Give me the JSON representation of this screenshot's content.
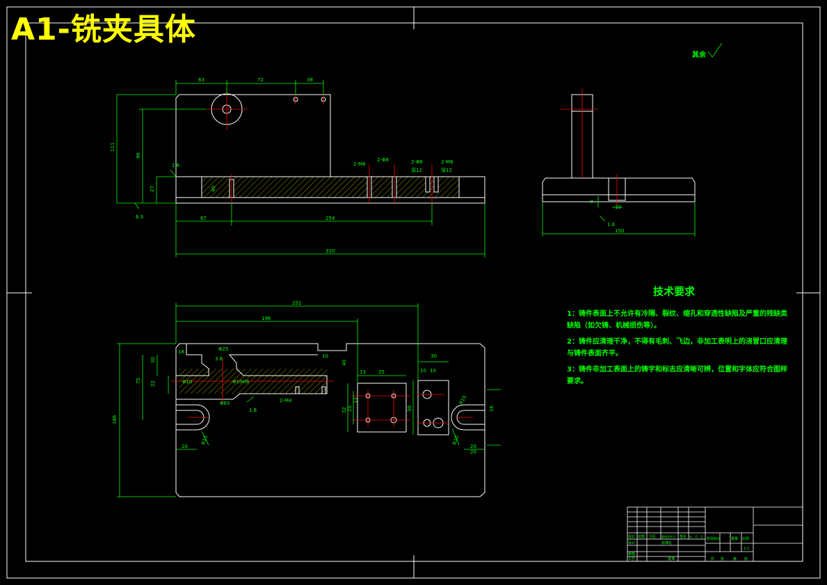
{
  "title": "A1-铣夹具体",
  "surface_note": "其余",
  "tech_requirements": {
    "heading": "技术要求",
    "items": [
      "1：铸件表面上不允许有冷隔、裂纹、缩孔和穿透性缺陷及严重的残缺类缺陷（如欠铸、机械损伤等）。",
      "2：铸件应清理干净，不得有毛刺、飞边，非加工表明上的浇冒口应清理与铸件表面齐平。",
      "3：铸件非加工表面上的铸字和标志应清晰可辨，位置和字体应符合图样要求。"
    ]
  },
  "front_view": {
    "dims_top": [
      "63",
      "72",
      "38"
    ],
    "dims_left": [
      "111",
      "96",
      "27"
    ],
    "dim_bottom_inner": [
      "67",
      "254"
    ],
    "dim_bottom_total": "310",
    "roughness": [
      "1.6",
      "6.3"
    ],
    "hole_notes": [
      "2-M8",
      "2-Φ8",
      "2-Φ6",
      "深12",
      "2-M8",
      "深12"
    ],
    "small": "40"
  },
  "side_view": {
    "dims": [
      "6",
      "10",
      "1.6",
      "150"
    ]
  },
  "top_view": {
    "dim_top": [
      "251",
      "196"
    ],
    "dim_left": [
      "186",
      "75",
      "30",
      "22"
    ],
    "dims_inner": [
      "18",
      "Φ25",
      "3.6",
      "Φ10",
      "Φ10H8",
      "Φ65",
      "1.6",
      "10",
      "40",
      "2-M4"
    ],
    "dims_right": [
      "13",
      "25",
      "10",
      "10",
      "30",
      "32",
      "25",
      "30",
      "13",
      "R15",
      "20",
      "16"
    ],
    "dims_bottom_left": [
      "20",
      "R15"
    ],
    "dims_bottom_right": [
      "R10",
      "20"
    ]
  },
  "title_block": {
    "row_a": [
      "标记",
      "处数",
      "分区",
      "更改文件号",
      "签名",
      "年、月、日"
    ],
    "row_b": [
      "设计",
      "标准化"
    ],
    "row_c": [
      "审核"
    ],
    "row_d": [
      "工艺",
      "批准"
    ],
    "right": [
      "阶段标记",
      "重量",
      "比例",
      "1:1",
      "共",
      "张",
      "第",
      "张"
    ]
  },
  "colors": {
    "background": "#000000",
    "outline": "#ffffff",
    "dimension": "#00ff00",
    "center_line": "#ff0000",
    "hatch": "#ffff00",
    "title": "#ffff00"
  }
}
